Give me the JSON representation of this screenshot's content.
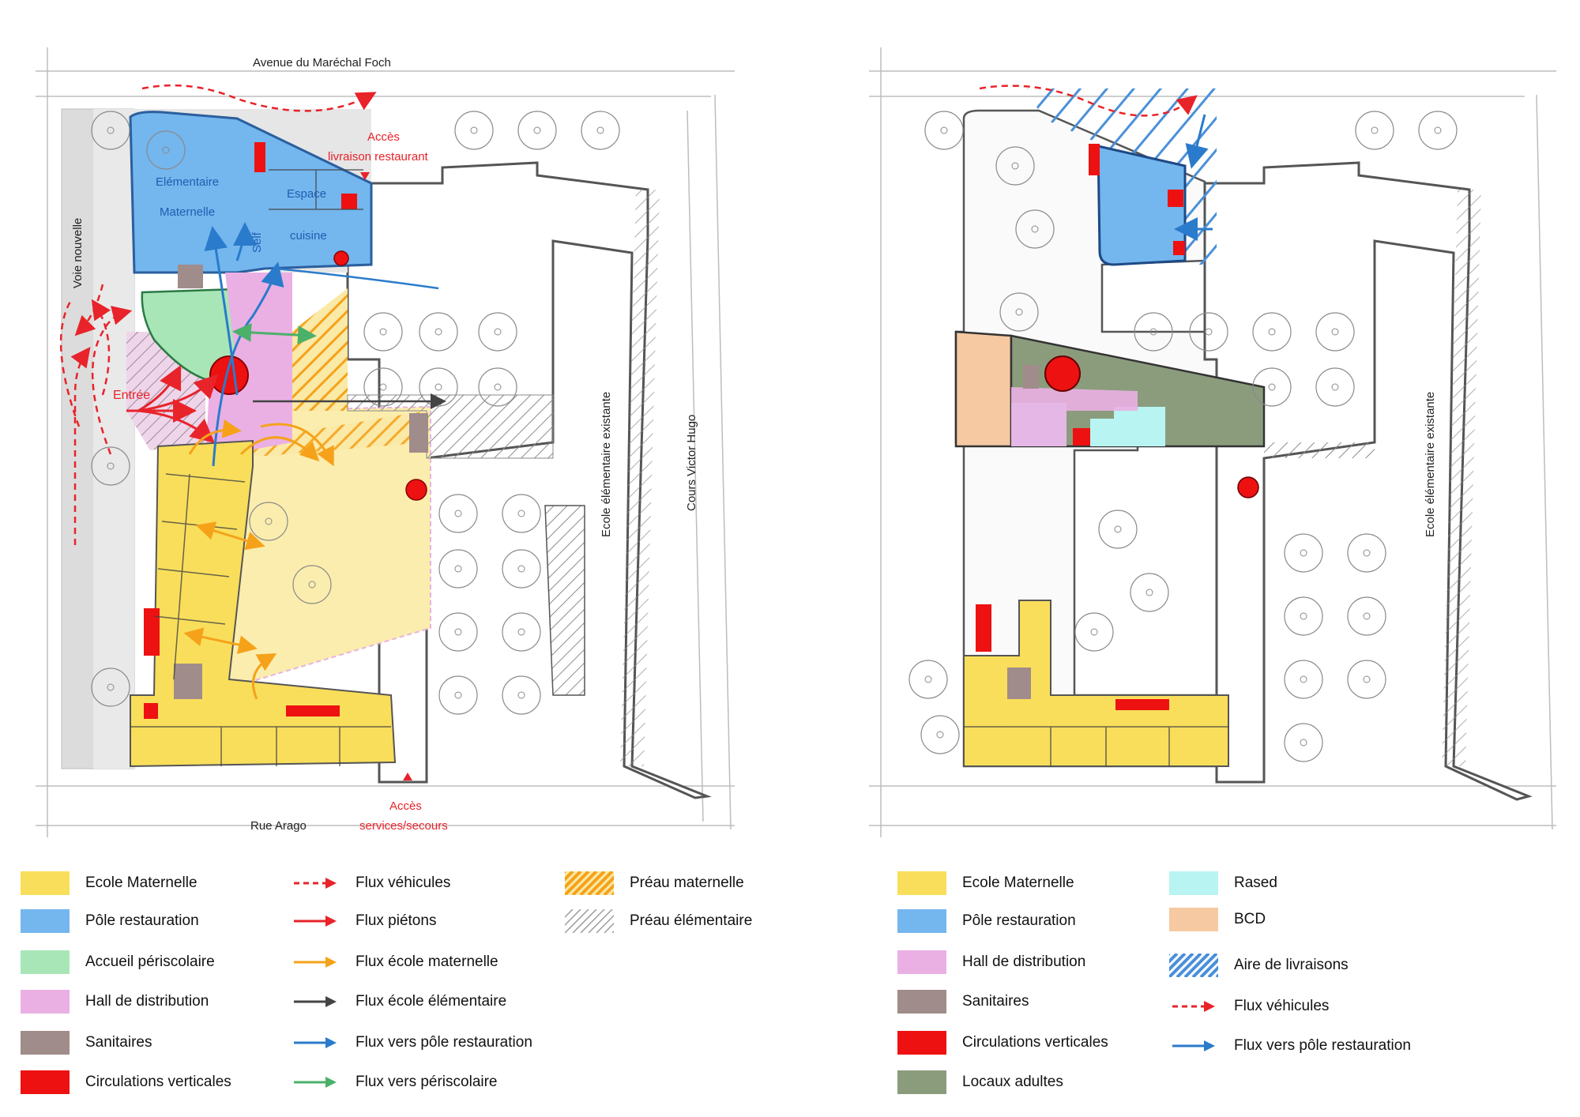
{
  "colors": {
    "maternelle": "#f9de5b",
    "maternelle_light": "#fbedae",
    "restauration": "#74b6ee",
    "periscolaire": "#a8e6b7",
    "hall": "#eab0e4",
    "sanitaires": "#a08c8a",
    "circulations": "#ee1111",
    "rased": "#b8f4f2",
    "bcd": "#f6c9a2",
    "locaux_adultes": "#8b9c7d",
    "flux_vehicules": "#e8232a",
    "flux_pietons": "#e8232a",
    "flux_maternelle": "#f5a21a",
    "flux_elementaire": "#444444",
    "flux_restauration": "#2a7bcb",
    "flux_periscolaire": "#4bb06a",
    "preau_maternelle": "#f5a21a",
    "preau_elementaire": "#9a9a9a",
    "livraisons": "#4a90d9"
  },
  "plan_left": {
    "streets": {
      "north": "Avenue du Maréchal Foch",
      "west": "Voie nouvelle",
      "south": "Rue Arago",
      "east": "Cours Victor Hugo",
      "school": "Ecole élémentaire existante"
    },
    "labels": {
      "acces_livraison_1": "Accès",
      "acces_livraison_2": "livraison restaurant",
      "elementaire": "Elémentaire",
      "maternelle": "Maternelle",
      "espace": "Espace",
      "cuisine": "cuisine",
      "self": "Self",
      "entree": "Entrée",
      "acces_services_1": "Accès",
      "acces_services_2": "services/secours"
    }
  },
  "plan_right": {
    "streets": {
      "school": "Ecole élémentaire existante"
    }
  },
  "legend_left": {
    "col1": [
      {
        "label": "Ecole Maternelle",
        "key": "maternelle"
      },
      {
        "label": "Pôle restauration",
        "key": "restauration"
      },
      {
        "label": "Accueil périscolaire",
        "key": "periscolaire"
      },
      {
        "label": "Hall de distribution",
        "key": "hall"
      },
      {
        "label": "Sanitaires",
        "key": "sanitaires"
      },
      {
        "label": "Circulations verticales",
        "key": "circulations"
      }
    ],
    "col2": [
      {
        "label": "Flux véhicules",
        "key": "flux_vehicules",
        "style": "dashed"
      },
      {
        "label": "Flux piétons",
        "key": "flux_pietons",
        "style": "solid"
      },
      {
        "label": "Flux école maternelle",
        "key": "flux_maternelle",
        "style": "solid"
      },
      {
        "label": "Flux école élémentaire",
        "key": "flux_elementaire",
        "style": "solid"
      },
      {
        "label": "Flux vers pôle restauration",
        "key": "flux_restauration",
        "style": "solid"
      },
      {
        "label": "Flux vers périscolaire",
        "key": "flux_periscolaire",
        "style": "solid"
      }
    ],
    "col3": [
      {
        "label": "Préau maternelle",
        "key": "preau_maternelle"
      },
      {
        "label": "Préau élémentaire",
        "key": "preau_elementaire"
      }
    ]
  },
  "legend_right": {
    "col1": [
      {
        "label": "Ecole Maternelle",
        "key": "maternelle"
      },
      {
        "label": "Pôle restauration",
        "key": "restauration"
      },
      {
        "label": "Hall de distribution",
        "key": "hall"
      },
      {
        "label": "Sanitaires",
        "key": "sanitaires"
      },
      {
        "label": "Circulations verticales",
        "key": "circulations"
      },
      {
        "label": "Locaux adultes",
        "key": "locaux_adultes"
      }
    ],
    "col2": [
      {
        "label": "Rased",
        "key": "rased",
        "kind": "fill"
      },
      {
        "label": "BCD",
        "key": "bcd",
        "kind": "fill"
      },
      {
        "label": "Aire de livraisons",
        "key": "livraisons",
        "kind": "hatch"
      },
      {
        "label": "Flux véhicules",
        "key": "flux_vehicules",
        "kind": "arrow",
        "style": "dashed"
      },
      {
        "label": "Flux vers pôle restauration",
        "key": "flux_restauration",
        "kind": "arrow",
        "style": "solid"
      }
    ]
  }
}
